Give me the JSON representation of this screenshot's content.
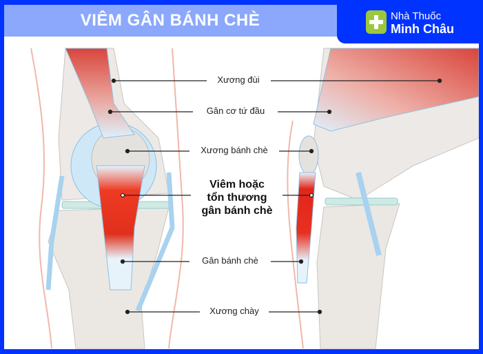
{
  "header": {
    "title": "VIÊM GÂN BÁNH CHÈ"
  },
  "logo": {
    "line1": "Nhà Thuốc",
    "line2": "Minh Châu",
    "icon": "green-plus-icon"
  },
  "labels": {
    "femur": "Xương đùi",
    "quadriceps_tendon": "Gân cơ tứ đầu",
    "patella": "Xương bánh chè",
    "inflammation_l1": "Viêm hoặc",
    "inflammation_l2": "tổn thương",
    "inflammation_l3": "gân bánh chè",
    "patellar_tendon": "Gân bánh chè",
    "tibia": "Xương chày"
  },
  "colors": {
    "frame": "#0033ff",
    "title_band": "#8ba8fd",
    "logo_green": "#9cc83c",
    "inflamed": "#e8231a",
    "tendon": "#bfe0f5"
  }
}
